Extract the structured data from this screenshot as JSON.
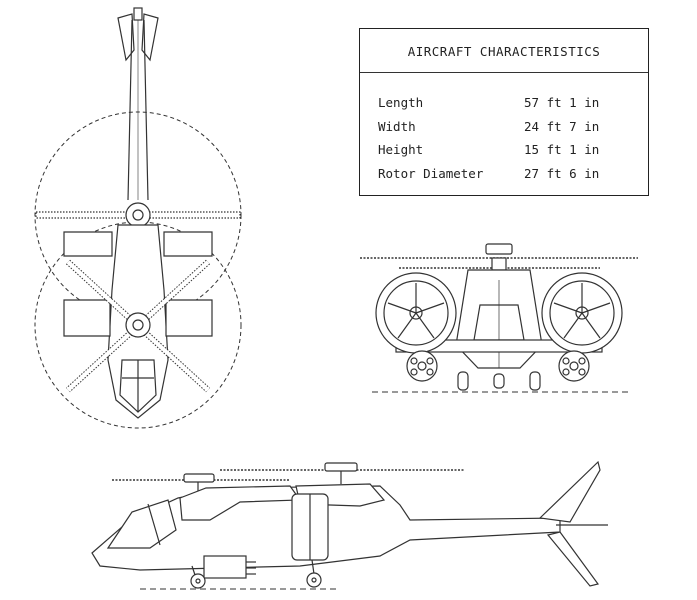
{
  "specs": {
    "title": "AIRCRAFT CHARACTERISTICS",
    "rows": [
      {
        "name": "Length",
        "value": "57 ft 1 in"
      },
      {
        "name": "Width",
        "value": "24 ft 7 in"
      },
      {
        "name": "Height",
        "value": "15 ft 1 in"
      },
      {
        "name": "Rotor Diameter",
        "value": "27 ft 6 in"
      }
    ]
  },
  "colors": {
    "line": "#333333",
    "paper": "#ffffff"
  },
  "views": [
    "top-view",
    "front-view",
    "side-view"
  ]
}
